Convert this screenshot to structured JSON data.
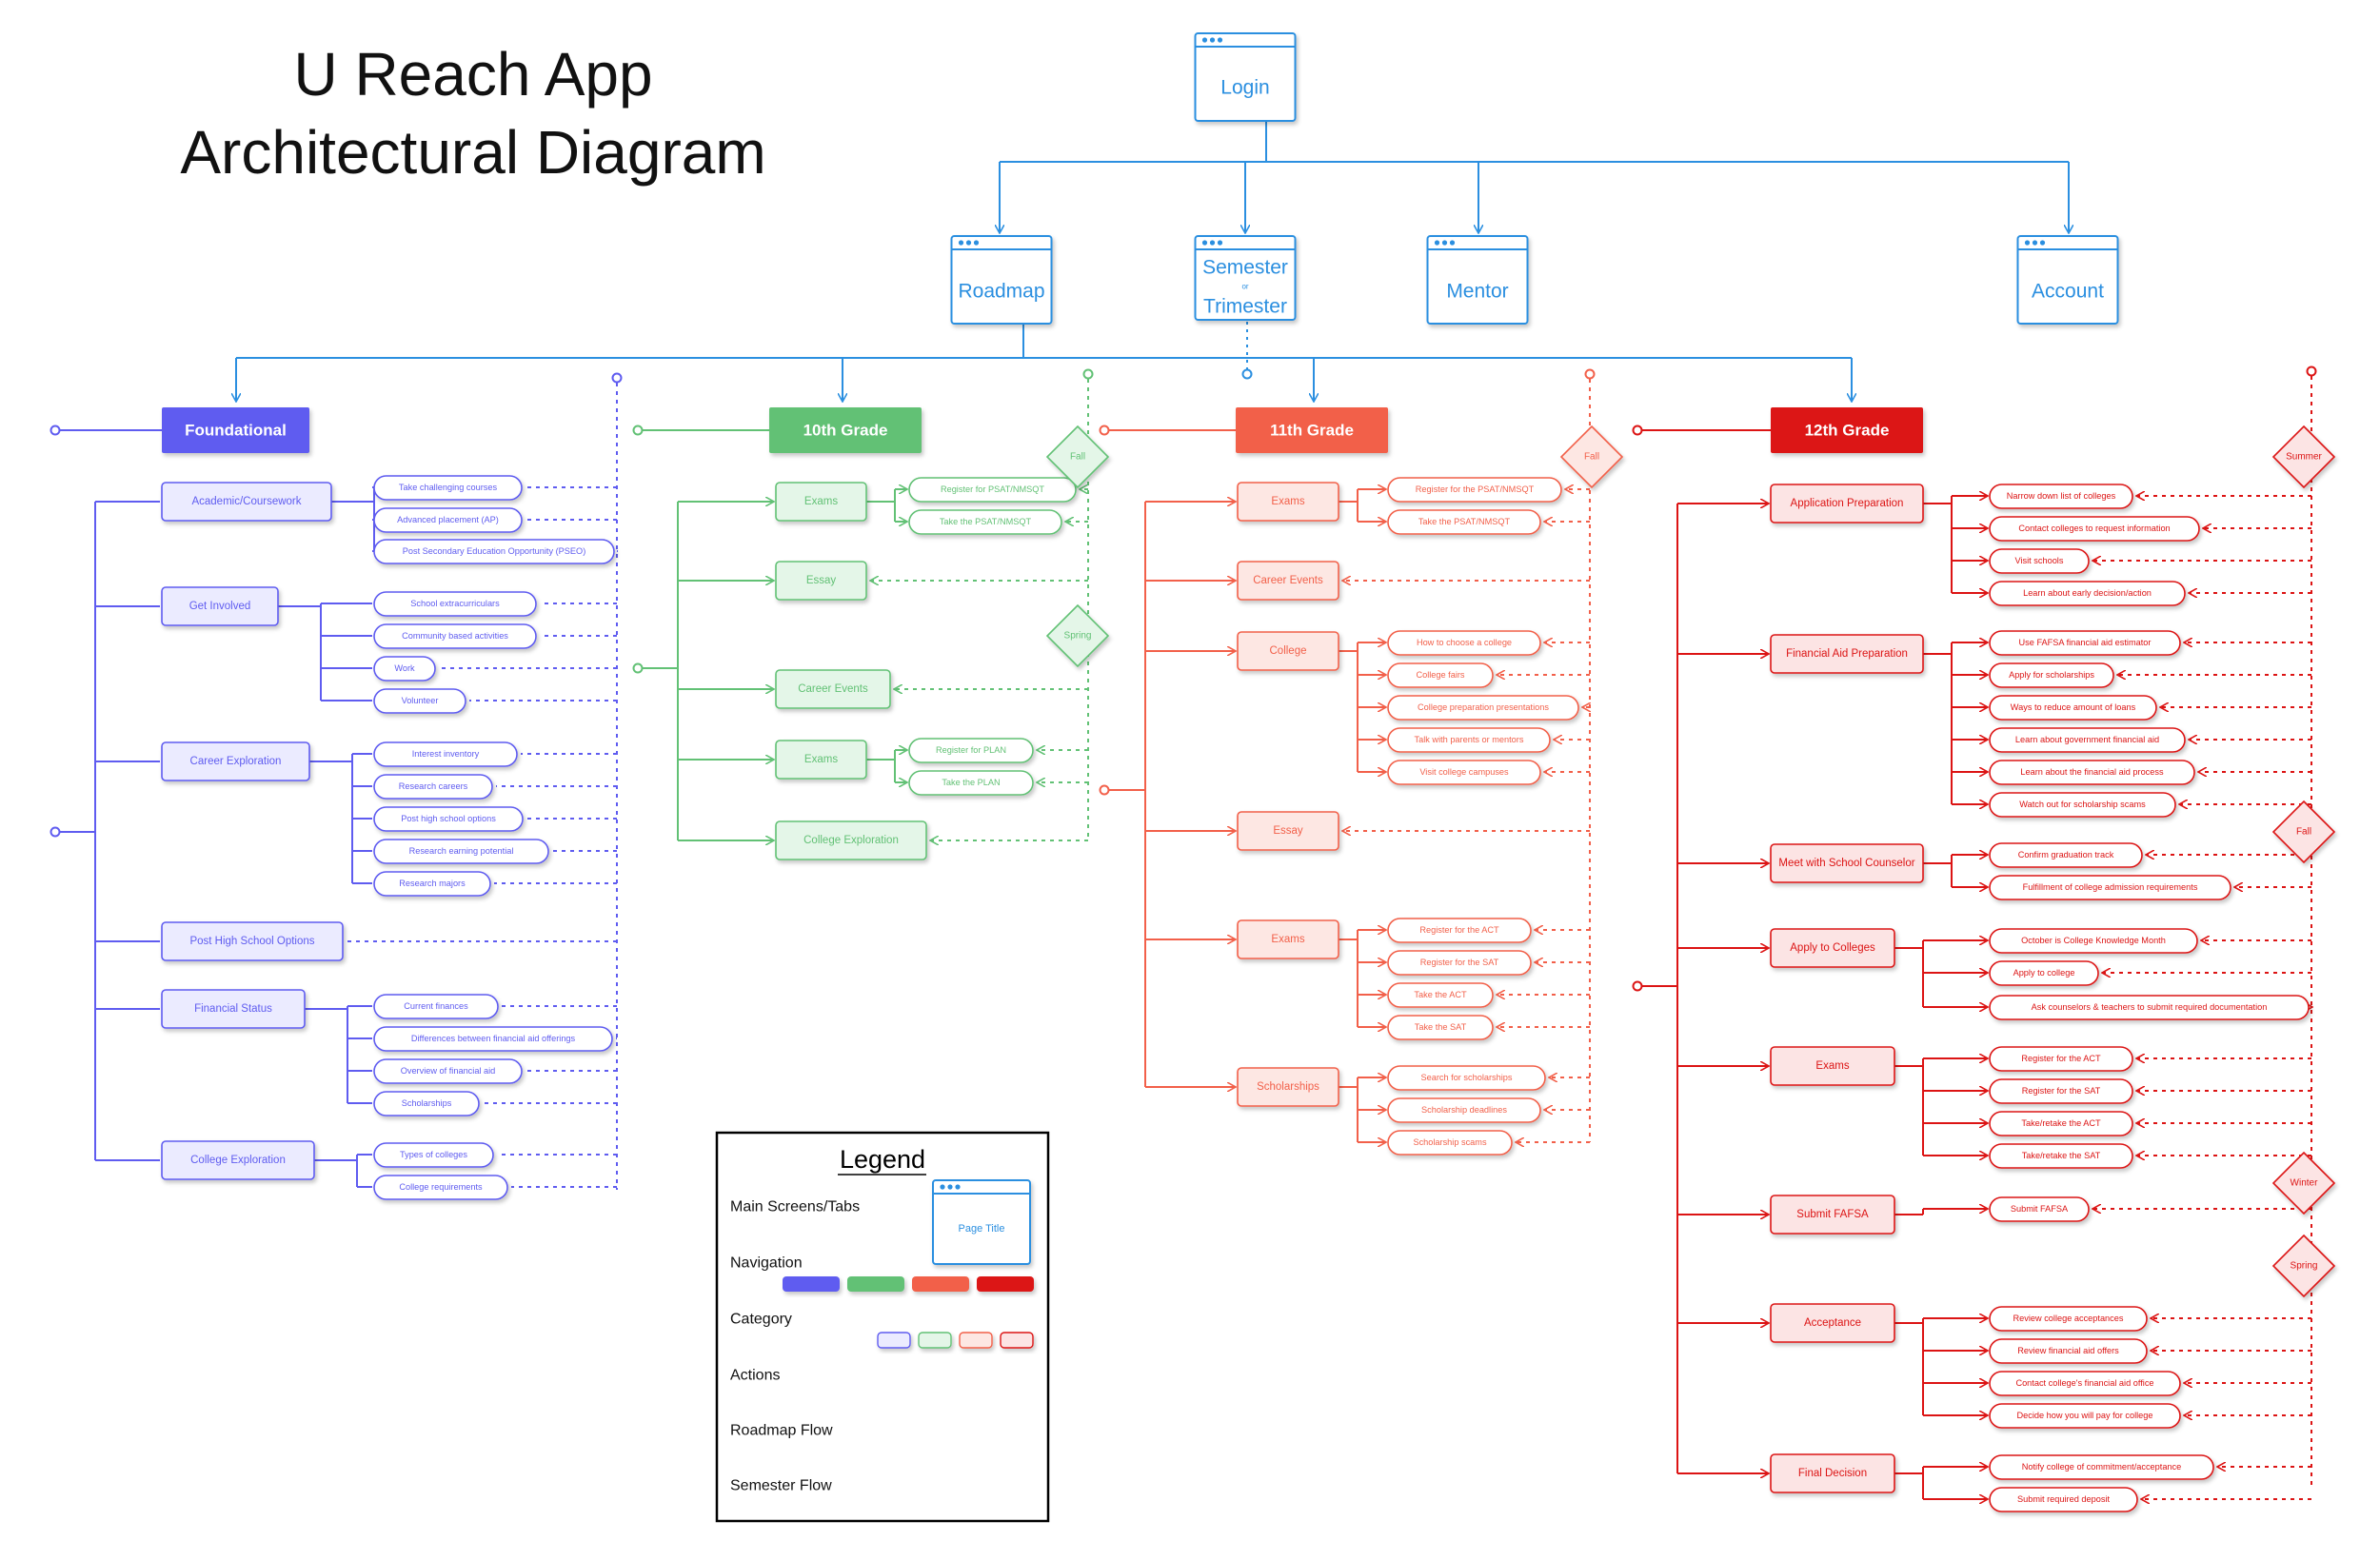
{
  "title": {
    "line1": "U Reach App",
    "line2": "Architectural Diagram"
  },
  "colors": {
    "blue": "#2b8fe0",
    "foundational": "#5f5cf0",
    "foundational_light": "#ebebff",
    "g10": "#62c175",
    "g10_light": "#e4f6e8",
    "g11": "#f2604a",
    "g11_light": "#fde7e3",
    "g12": "#dc1414",
    "g12_light": "#fce4e4"
  },
  "screens": {
    "login": "Login",
    "roadmap": "Roadmap",
    "semester": "Semester",
    "semester_or": "or",
    "trimester": "Trimester",
    "mentor": "Mentor",
    "account": "Account"
  },
  "foundational": {
    "label": "Foundational",
    "categories": [
      {
        "label": "Academic/Coursework",
        "actions": [
          "Take challenging courses",
          "Advanced placement (AP)",
          "Post Secondary Education Opportunity (PSEO)"
        ]
      },
      {
        "label": "Get Involved",
        "actions": [
          "School extracurriculars",
          "Community based activities",
          "Work",
          "Volunteer"
        ]
      },
      {
        "label": "Career Exploration",
        "actions": [
          "Interest inventory",
          "Research careers",
          "Post high school options",
          "Research earning potential",
          "Research majors"
        ]
      },
      {
        "label": "Post High School Options",
        "actions": []
      },
      {
        "label": "Financial Status",
        "actions": [
          "Current finances",
          "Differences between financial aid offerings",
          "Overview of financial aid",
          "Scholarships"
        ]
      },
      {
        "label": "College Exploration",
        "actions": [
          "Types of colleges",
          "College requirements"
        ]
      }
    ]
  },
  "grade10": {
    "label": "10th Grade",
    "seasons": [
      "Fall",
      "Spring"
    ],
    "categories": [
      {
        "label": "Exams",
        "actions": [
          "Register for PSAT/NMSQT",
          "Take the PSAT/NMSQT"
        ]
      },
      {
        "label": "Essay",
        "actions": []
      },
      {
        "label": "Career Events",
        "actions": []
      },
      {
        "label": "Exams",
        "actions": [
          "Register for PLAN",
          "Take the PLAN"
        ]
      },
      {
        "label": "College Exploration",
        "actions": []
      }
    ]
  },
  "grade11": {
    "label": "11th Grade",
    "seasons": [
      "Fall"
    ],
    "categories": [
      {
        "label": "Exams",
        "actions": [
          "Register for the PSAT/NMSQT",
          "Take the PSAT/NMSQT"
        ]
      },
      {
        "label": "Career Events",
        "actions": []
      },
      {
        "label": "College",
        "actions": [
          "How to choose a college",
          "College fairs",
          "College preparation presentations",
          "Talk with parents or mentors",
          "Visit college campuses"
        ]
      },
      {
        "label": "Essay",
        "actions": []
      },
      {
        "label": "Exams",
        "actions": [
          "Register for the ACT",
          "Register for the SAT",
          "Take the ACT",
          "Take the SAT"
        ]
      },
      {
        "label": "Scholarships",
        "actions": [
          "Search for scholarships",
          "Scholarship deadlines",
          "Scholarship scams"
        ]
      }
    ]
  },
  "grade12": {
    "label": "12th Grade",
    "seasons": [
      "Summer",
      "Fall",
      "Winter",
      "Spring"
    ],
    "categories": [
      {
        "label": "Application Preparation",
        "actions": [
          "Narrow down list of colleges",
          "Contact colleges to request information",
          "Visit schools",
          "Learn about early decision/action"
        ]
      },
      {
        "label": "Financial Aid Preparation",
        "actions": [
          "Use FAFSA financial aid estimator",
          "Apply for scholarships",
          "Ways to reduce amount of loans",
          "Learn about government financial aid",
          "Learn about the financial aid process",
          "Watch out for scholarship scams"
        ]
      },
      {
        "label": "Meet with School Counselor",
        "actions": [
          "Confirm graduation track",
          "Fulfillment of college admission requirements"
        ]
      },
      {
        "label": "Apply to Colleges",
        "actions": [
          "October is College Knowledge Month",
          "Apply to college",
          "Ask counselors & teachers to submit required documentation"
        ]
      },
      {
        "label": "Exams",
        "actions": [
          "Register for the ACT",
          "Register for the SAT",
          "Take/retake the ACT",
          "Take/retake the SAT"
        ]
      },
      {
        "label": "Submit FAFSA",
        "actions": [
          "Submit FAFSA"
        ]
      },
      {
        "label": "Acceptance",
        "actions": [
          "Review college acceptances",
          "Review financial aid offers",
          "Contact college's financial aid office",
          "Decide how you will pay for college"
        ]
      },
      {
        "label": "Final Decision",
        "actions": [
          "Notify college of commitment/acceptance",
          "Submit required deposit"
        ]
      }
    ]
  },
  "legend": {
    "title": "Legend",
    "main_screens": "Main Screens/Tabs",
    "page_title": "Page Title",
    "navigation": "Navigation",
    "category": "Category",
    "actions": "Actions",
    "roadmap_flow": "Roadmap Flow",
    "semester_flow": "Semester Flow"
  }
}
